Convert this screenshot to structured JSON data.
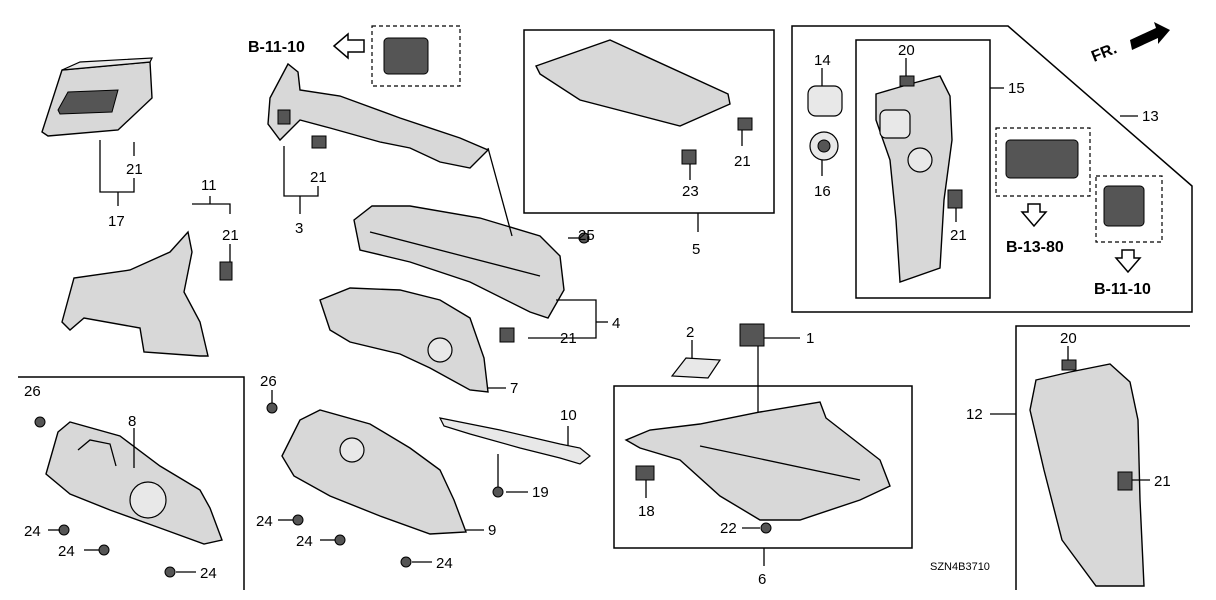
{
  "diagram": {
    "callouts": {
      "c1": "1",
      "c2": "2",
      "c3": "3",
      "c4": "4",
      "c5": "5",
      "c6": "6",
      "c7": "7",
      "c8": "8",
      "c9": "9",
      "c10": "10",
      "c11": "11",
      "c12": "12",
      "c13": "13",
      "c14": "14",
      "c15": "15",
      "c16": "16",
      "c17": "17",
      "c18": "18",
      "c19": "19",
      "c20a": "20",
      "c20b": "20",
      "c21a": "21",
      "c21b": "21",
      "c21c": "21",
      "c21d": "21",
      "c21e": "21",
      "c21f": "21",
      "c21g": "21",
      "c22": "22",
      "c23": "23",
      "c24a": "24",
      "c24b": "24",
      "c24c": "24",
      "c24d": "24",
      "c24e": "24",
      "c24f": "24",
      "c25": "25",
      "c26a": "26",
      "c26b": "26"
    },
    "refs": {
      "r1": "B-11-10",
      "r2": "B-13-80",
      "r3": "B-11-10"
    },
    "front_marker": "FR.",
    "drawing_code": "SZN4B3710"
  }
}
